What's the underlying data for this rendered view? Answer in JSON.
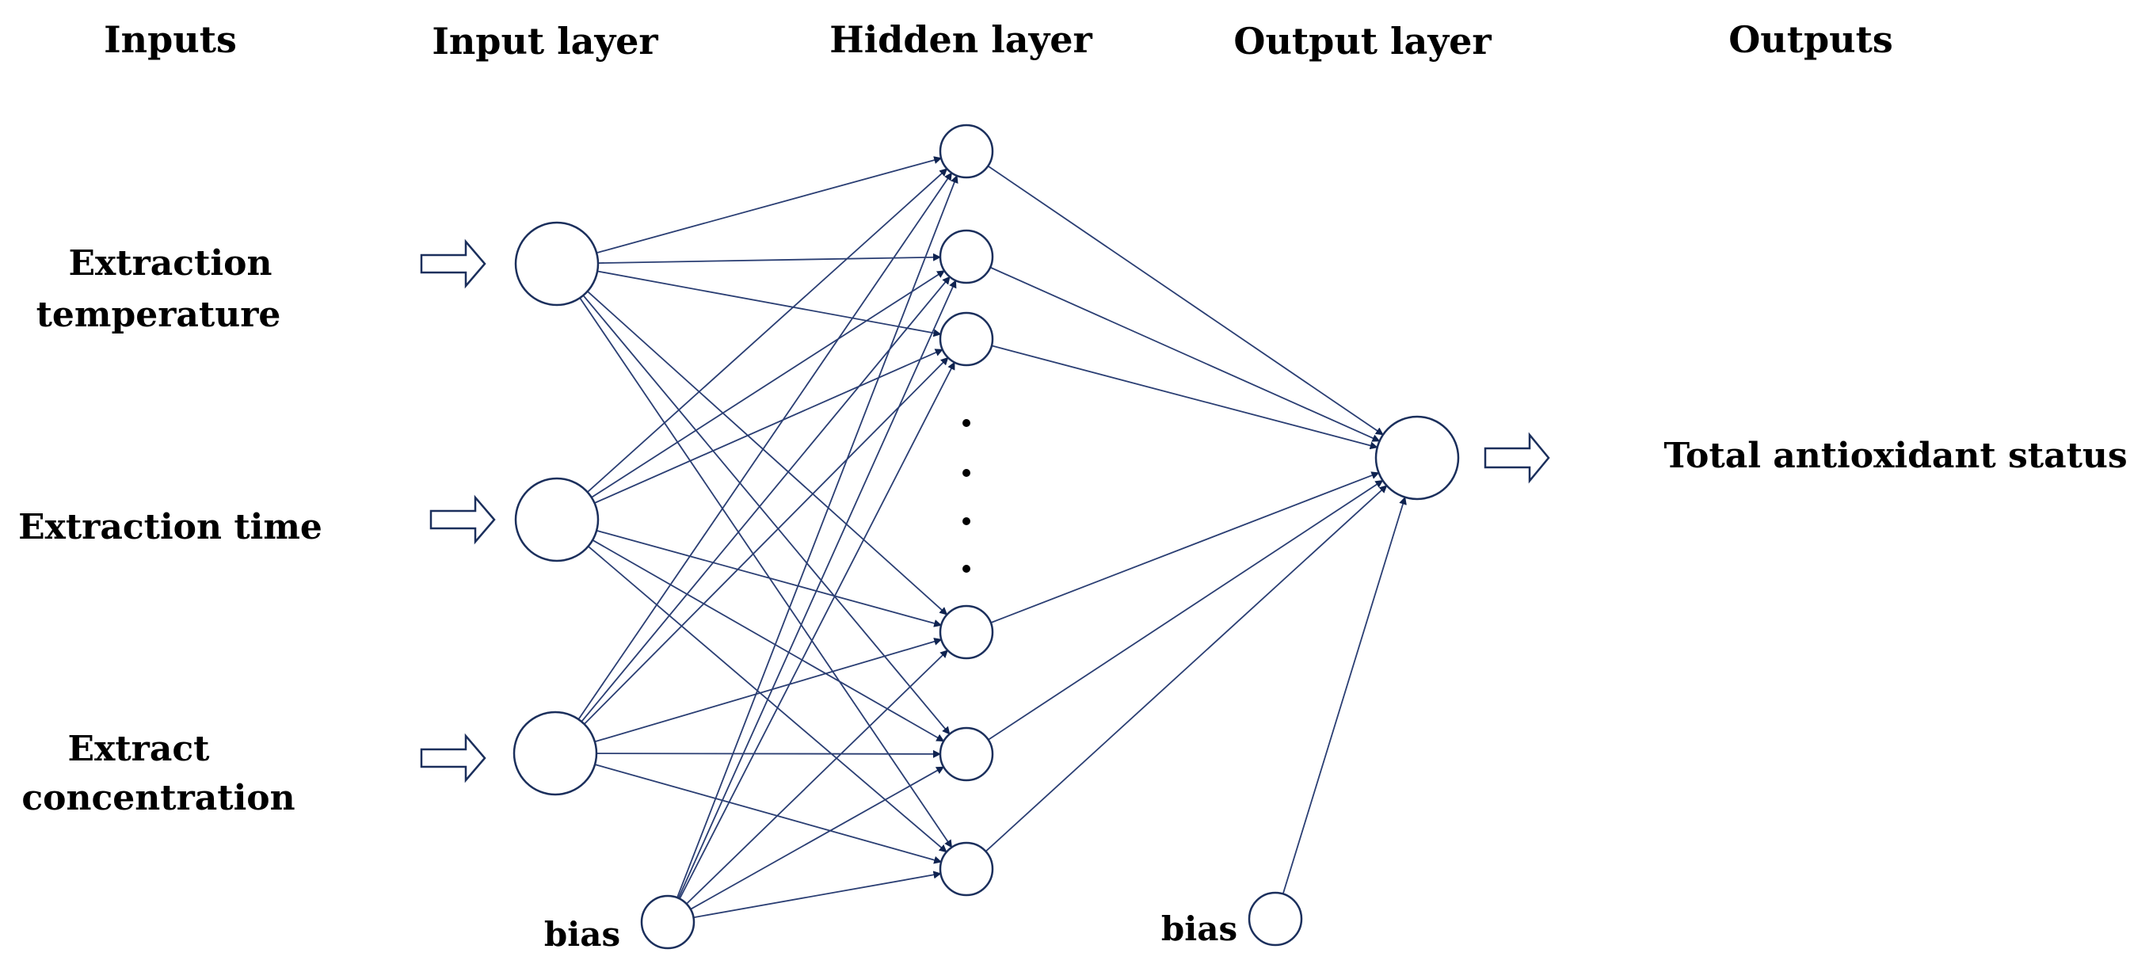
{
  "headers": {
    "inputs": "Inputs",
    "input_layer": "Input layer",
    "hidden_layer": "Hidden layer",
    "output_layer": "Output layer",
    "outputs": "Outputs"
  },
  "inputs": [
    {
      "line1": "Extraction",
      "line2": "temperature"
    },
    {
      "line1": "Extraction time",
      "line2": ""
    },
    {
      "line1": "Extract",
      "line2": "concentration"
    }
  ],
  "output_label": "Total antioxidant status",
  "bias_input": "bias",
  "bias_hidden": "bias",
  "colors": {
    "edge": "#2a3e73",
    "node_stroke": "#1b2f5c",
    "text": "#000000"
  }
}
